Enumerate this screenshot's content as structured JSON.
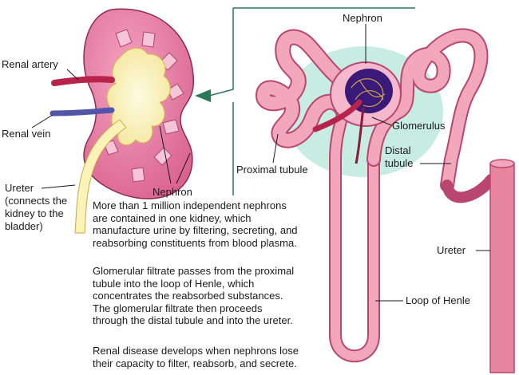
{
  "labels": {
    "renal_artery": "Renal artery",
    "renal_vein": "Renal vein",
    "ureter_left": "Ureter\n(connects the\nkidney to the\nbladder)",
    "nephron_left": "Nephron",
    "nephron_top": "Nephron",
    "glomerulus": "Glomerulus",
    "proximal_tubule": "Proximal tubule",
    "distal_tubule": "Distal\ntubule",
    "ureter_right": "Ureter",
    "loop_of_henle": "Loop of Henle"
  },
  "text": {
    "para1": "More than 1 million independent nephrons\n are  contained in one kidney, which\nmanufacture urine by filtering, secreting, and\nreabsorbing constituents from blood plasma.",
    "para2": "Glomerular filtrate passes from the proximal\ntubule into the loop of Henle, which\nconcentrates the reabsorbed substances.\nThe glomerular filtrate then proceeds\nthrough the distal tubule and into the ureter.",
    "para3": "Renal disease develops when nephrons lose\ntheir capacity to filter, reabsorb, and secrete."
  },
  "colors": {
    "kidney_cortex": "#e57aa1",
    "medulla": "#f6c2d4",
    "pelvis": "#fbf5c4",
    "artery": "#b8234a",
    "vein": "#5055a8",
    "tubule": "#f3a7bc",
    "glomerulus": "#3a1a78",
    "halo": "#c7ece2",
    "frame": "#2a7a5a"
  }
}
